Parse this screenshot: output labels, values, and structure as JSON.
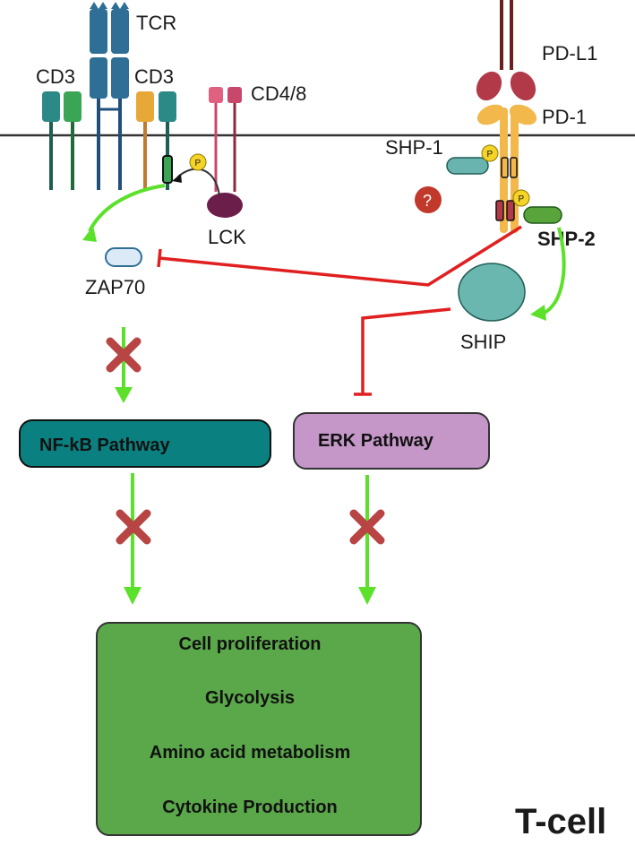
{
  "labels": {
    "tcr": "TCR",
    "cd3_left": "CD3",
    "cd3_right": "CD3",
    "cd48": "CD4/8",
    "lck": "LCK",
    "zap70": "ZAP70",
    "pdl1": "PD-L1",
    "pd1": "PD-1",
    "shp1": "SHP-1",
    "shp2": "SHP-2",
    "ship": "SHIP",
    "unknown": "?",
    "phospho": "P",
    "cell": "T-cell"
  },
  "pathways": {
    "nfkb": "NF-kB Pathway",
    "erk": "ERK Pathway"
  },
  "outcomes": [
    "Cell proliferation",
    "Glycolysis",
    "Amino acid metabolism",
    "Cytokine Production"
  ],
  "colors": {
    "membrane": "#333333",
    "tcr": "#2f6f95",
    "cd3_teal": "#2b8a86",
    "cd3_green": "#3aa655",
    "cd3_orange": "#e8a838",
    "cd48": "#c8486b",
    "lck": "#6b1e4a",
    "pdl1": "#b23a48",
    "pd1": "#f2b84b",
    "shp1": "#6ab4b0",
    "shp2": "#5aa43c",
    "ship": "#6ab7b0",
    "phospho": "#f5d327",
    "question": "#c0392b",
    "activate_arrow": "#5ce12b",
    "inhibit": "#e02020",
    "block_x": "#b84444",
    "nfkb_box": "#0b8080",
    "erk_box": "#c497c8",
    "outcome_box": "#5aa84a",
    "zap70": "#dce9f7"
  }
}
